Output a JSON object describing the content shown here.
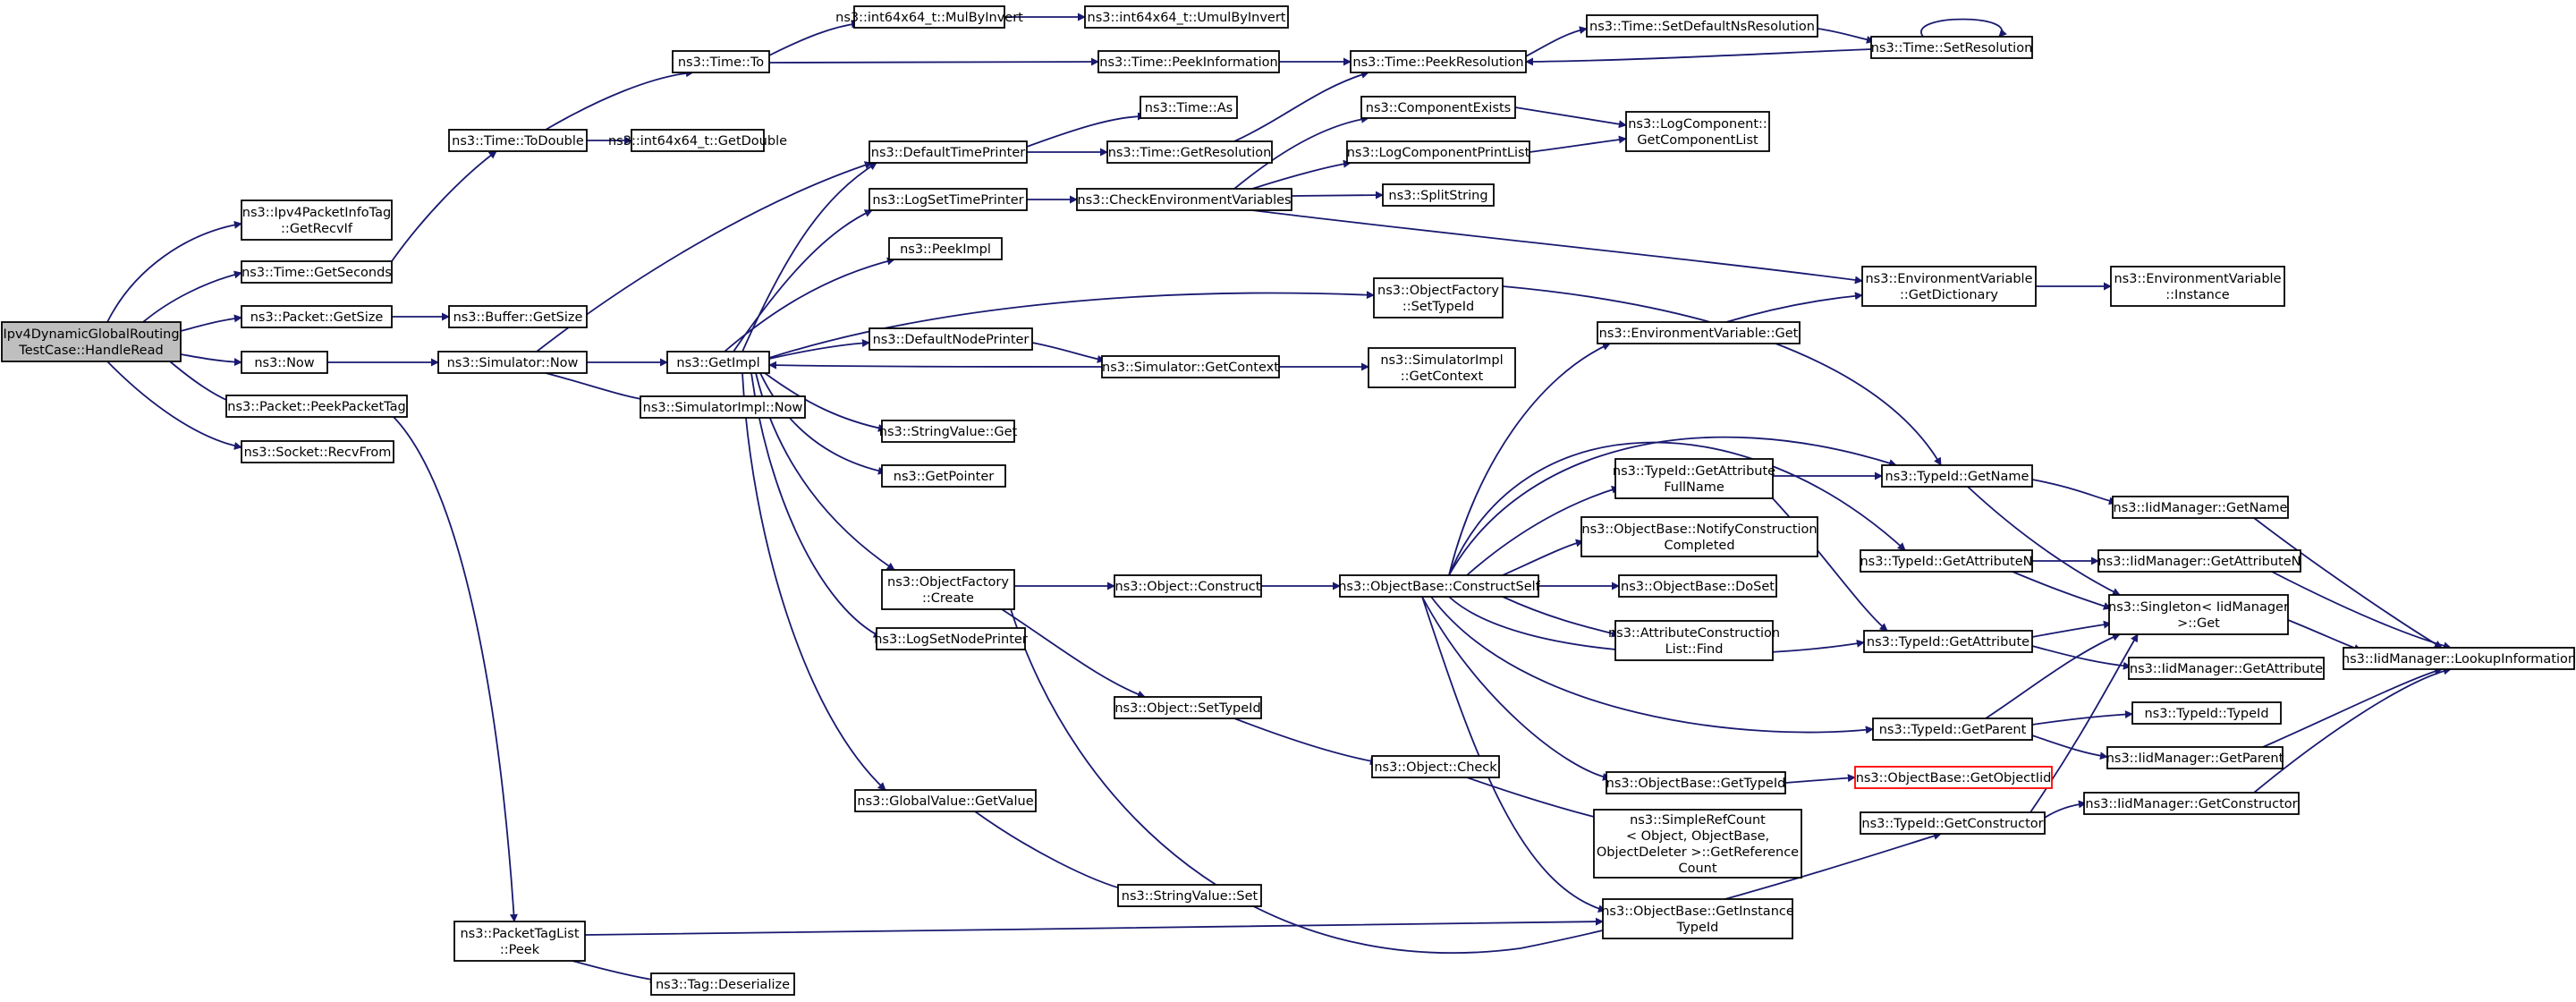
{
  "diagram": {
    "title": "",
    "edge_color": "#191970",
    "root_fill": "#bfbfbf",
    "nodes": [
      {
        "id": "root",
        "lines": [
          "Ipv4DynamicGlobalRouting",
          "TestCase::HandleRead"
        ],
        "style": "root"
      },
      {
        "id": "getrecvif",
        "lines": [
          "ns3::Ipv4PacketInfoTag",
          "::GetRecvIf"
        ]
      },
      {
        "id": "getseconds",
        "lines": [
          "ns3::Time::GetSeconds"
        ]
      },
      {
        "id": "pktgetsize",
        "lines": [
          "ns3::Packet::GetSize"
        ]
      },
      {
        "id": "now",
        "lines": [
          "ns3::Now"
        ]
      },
      {
        "id": "peekpackettag",
        "lines": [
          "ns3::Packet::PeekPacketTag"
        ]
      },
      {
        "id": "recvfrom",
        "lines": [
          "ns3::Socket::RecvFrom"
        ]
      },
      {
        "id": "todouble",
        "lines": [
          "ns3::Time::ToDouble"
        ]
      },
      {
        "id": "bufgetsize",
        "lines": [
          "ns3::Buffer::GetSize"
        ]
      },
      {
        "id": "simnow",
        "lines": [
          "ns3::Simulator::Now"
        ]
      },
      {
        "id": "timeto",
        "lines": [
          "ns3::Time::To"
        ]
      },
      {
        "id": "getdouble",
        "lines": [
          "ns3::int64x64_t::GetDouble"
        ]
      },
      {
        "id": "mulbyinvert",
        "lines": [
          "ns3::int64x64_t::MulByInvert"
        ]
      },
      {
        "id": "umulbyinvert",
        "lines": [
          "ns3::int64x64_t::UmulByInvert"
        ]
      },
      {
        "id": "peekinfo",
        "lines": [
          "ns3::Time::PeekInformation"
        ]
      },
      {
        "id": "peekres",
        "lines": [
          "ns3::Time::PeekResolution"
        ]
      },
      {
        "id": "setdefres",
        "lines": [
          "ns3::Time::SetDefaultNsResolution"
        ]
      },
      {
        "id": "setres",
        "lines": [
          "ns3::Time::SetResolution"
        ]
      },
      {
        "id": "timeas",
        "lines": [
          "ns3::Time::As"
        ]
      },
      {
        "id": "deftimeprinter",
        "lines": [
          "ns3::DefaultTimePrinter"
        ]
      },
      {
        "id": "getresolution",
        "lines": [
          "ns3::Time::GetResolution"
        ]
      },
      {
        "id": "compexists",
        "lines": [
          "ns3::ComponentExists"
        ]
      },
      {
        "id": "getcomplist",
        "lines": [
          "ns3::LogComponent::",
          "GetComponentList"
        ]
      },
      {
        "id": "logcompprint",
        "lines": [
          "ns3::LogComponentPrintList"
        ]
      },
      {
        "id": "logsettime",
        "lines": [
          "ns3::LogSetTimePrinter"
        ]
      },
      {
        "id": "checkenv",
        "lines": [
          "ns3::CheckEnvironmentVariables"
        ]
      },
      {
        "id": "splitstring",
        "lines": [
          "ns3::SplitString"
        ]
      },
      {
        "id": "peekimpl",
        "lines": [
          "ns3::PeekImpl"
        ]
      },
      {
        "id": "objfsettypeid",
        "lines": [
          "ns3::ObjectFactory",
          "::SetTypeId"
        ]
      },
      {
        "id": "envgetdict",
        "lines": [
          "ns3::EnvironmentVariable",
          "::GetDictionary"
        ]
      },
      {
        "id": "envinstance",
        "lines": [
          "ns3::EnvironmentVariable",
          "::Instance"
        ]
      },
      {
        "id": "getimpl",
        "lines": [
          "ns3::GetImpl"
        ]
      },
      {
        "id": "simimplnow",
        "lines": [
          "ns3::SimulatorImpl::Now"
        ]
      },
      {
        "id": "defnodeprinter",
        "lines": [
          "ns3::DefaultNodePrinter"
        ]
      },
      {
        "id": "simgetctx",
        "lines": [
          "ns3::Simulator::GetContext"
        ]
      },
      {
        "id": "simimplctx",
        "lines": [
          "ns3::SimulatorImpl",
          "::GetContext"
        ]
      },
      {
        "id": "envget",
        "lines": [
          "ns3::EnvironmentVariable::Get"
        ]
      },
      {
        "id": "strget",
        "lines": [
          "ns3::StringValue::Get"
        ]
      },
      {
        "id": "getpointer",
        "lines": [
          "ns3::GetPointer"
        ]
      },
      {
        "id": "tidgetattrfull",
        "lines": [
          "ns3::TypeId::GetAttribute",
          "FullName"
        ]
      },
      {
        "id": "tidgetname",
        "lines": [
          "ns3::TypeId::GetName"
        ]
      },
      {
        "id": "iidgetname",
        "lines": [
          "ns3::IidManager::GetName"
        ]
      },
      {
        "id": "notifyconstr",
        "lines": [
          "ns3::ObjectBase::NotifyConstruction",
          "Completed"
        ]
      },
      {
        "id": "objfcreate",
        "lines": [
          "ns3::ObjectFactory",
          "::Create"
        ]
      },
      {
        "id": "objconstruct",
        "lines": [
          "ns3::Object::Construct"
        ]
      },
      {
        "id": "constructself",
        "lines": [
          "ns3::ObjectBase::ConstructSelf"
        ]
      },
      {
        "id": "doset",
        "lines": [
          "ns3::ObjectBase::DoSet"
        ]
      },
      {
        "id": "tidgetattrn",
        "lines": [
          "ns3::TypeId::GetAttributeN"
        ]
      },
      {
        "id": "iidgetattrn",
        "lines": [
          "ns3::IidManager::GetAttributeN"
        ]
      },
      {
        "id": "singletonget",
        "lines": [
          "ns3::Singleton< IidManager",
          ">::Get"
        ]
      },
      {
        "id": "logsetnode",
        "lines": [
          "ns3::LogSetNodePrinter"
        ]
      },
      {
        "id": "attrconstrfind",
        "lines": [
          "ns3::AttributeConstruction",
          "List::Find"
        ]
      },
      {
        "id": "tidgetattr",
        "lines": [
          "ns3::TypeId::GetAttribute"
        ]
      },
      {
        "id": "iidgetattr",
        "lines": [
          "ns3::IidManager::GetAttribute"
        ]
      },
      {
        "id": "lookupinfo",
        "lines": [
          "ns3::IidManager::LookupInformation"
        ]
      },
      {
        "id": "objsettypeid",
        "lines": [
          "ns3::Object::SetTypeId"
        ]
      },
      {
        "id": "tidtypeid",
        "lines": [
          "ns3::TypeId::TypeId"
        ]
      },
      {
        "id": "tidgetparent",
        "lines": [
          "ns3::TypeId::GetParent"
        ]
      },
      {
        "id": "iidgetparent",
        "lines": [
          "ns3::IidManager::GetParent"
        ]
      },
      {
        "id": "objcheck",
        "lines": [
          "ns3::Object::Check"
        ]
      },
      {
        "id": "objbgettypeid",
        "lines": [
          "ns3::ObjectBase::GetTypeId"
        ]
      },
      {
        "id": "getobjectiid",
        "lines": [
          "ns3::ObjectBase::GetObjectIid"
        ],
        "style": "red"
      },
      {
        "id": "gvgetvalue",
        "lines": [
          "ns3::GlobalValue::GetValue"
        ]
      },
      {
        "id": "tidgetctor",
        "lines": [
          "ns3::TypeId::GetConstructor"
        ]
      },
      {
        "id": "iidgetctor",
        "lines": [
          "ns3::IidManager::GetConstructor"
        ]
      },
      {
        "id": "simplerefcount",
        "lines": [
          "ns3::SimpleRefCount",
          "< Object, ObjectBase,",
          "ObjectDeleter >::GetReference",
          "Count"
        ]
      },
      {
        "id": "strset",
        "lines": [
          "ns3::StringValue::Set"
        ]
      },
      {
        "id": "getinsttypeid",
        "lines": [
          "ns3::ObjectBase::GetInstance",
          "TypeId"
        ]
      },
      {
        "id": "ptlpeek",
        "lines": [
          "ns3::PacketTagList",
          "::Peek"
        ]
      },
      {
        "id": "tagdeser",
        "lines": [
          "ns3::Tag::Deserialize"
        ]
      }
    ]
  }
}
